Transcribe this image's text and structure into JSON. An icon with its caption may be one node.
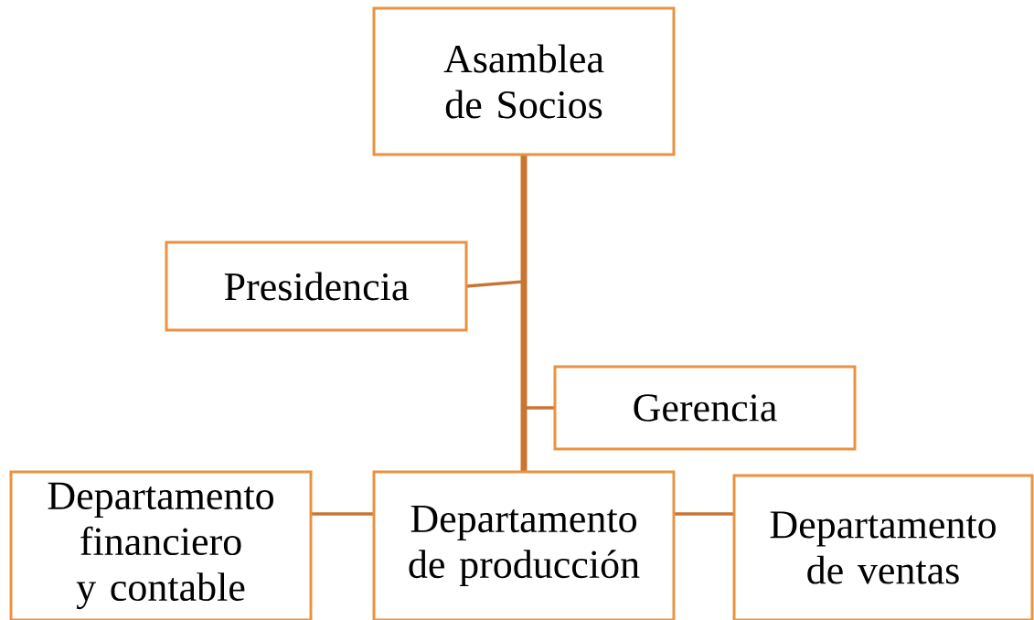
{
  "diagram": {
    "nodes": [
      {
        "text": [
          "Asamblea de Socios"
        ]
      },
      {
        "text": [
          "Presidencia"
        ]
      },
      {
        "text": [
          "Gerencia"
        ]
      },
      {
        "text": [
          "Departamento de producción"
        ]
      },
      {
        "text": [
          "Departamento financiero y contable"
        ]
      },
      {
        "text": [
          "Departamento de ventas"
        ]
      }
    ],
    "edges": [
      {
        "from": 0,
        "to": 1,
        "arrow": "none"
      },
      {
        "from": 0,
        "to": 2,
        "arrow": "none"
      },
      {
        "from": 0,
        "to": 3,
        "arrow": "none",
        "style": "thick"
      },
      {
        "from": 3,
        "to": 4,
        "arrow": "none"
      },
      {
        "from": 3,
        "to": 5,
        "arrow": "none"
      }
    ]
  }
}
